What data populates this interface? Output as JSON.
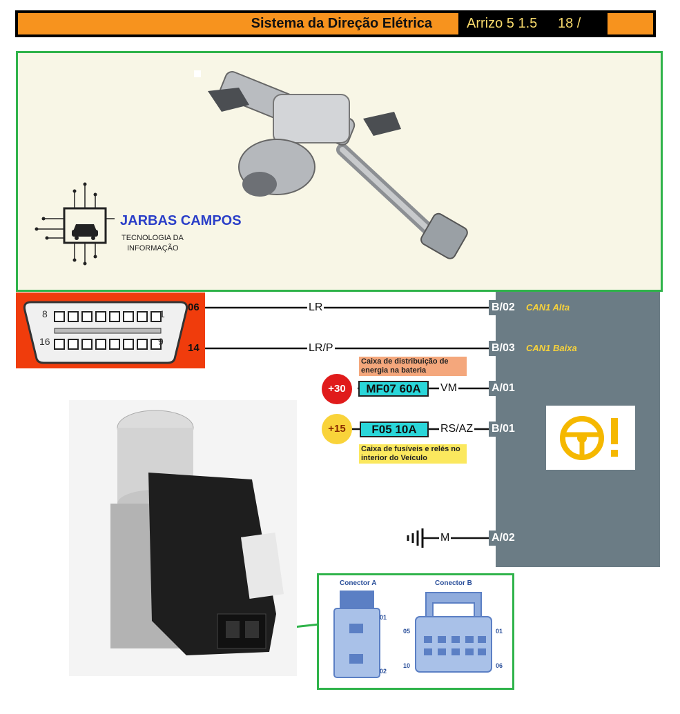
{
  "header": {
    "title": "Sistema da Direção Elétrica",
    "model": "Arrizo 5 1.5",
    "page": "18 /"
  },
  "logo": {
    "name": "JARBAS CAMPOS",
    "line1": "TECNOLOGIA DA",
    "line2": "INFORMAÇÃO"
  },
  "obd": {
    "pin_top_left": "8",
    "pin_top_right": "1",
    "pin_bottom_left": "16",
    "pin_bottom_right": "9"
  },
  "wires": [
    {
      "obd_pin": "06",
      "color_code": "LR",
      "module_pin": "B/02",
      "signal": "CAN1 Alta"
    },
    {
      "obd_pin": "14",
      "color_code": "LR/P",
      "module_pin": "B/03",
      "signal": "CAN1 Baixa"
    }
  ],
  "power": [
    {
      "source": "+30",
      "fuse": "MF07 60A",
      "color_code": "VM",
      "module_pin": "A/01",
      "note": "Caixa de distribuição de energia na bateria",
      "source_color": "#e01b1b",
      "note_bg": "#f4a77c"
    },
    {
      "source": "+15",
      "fuse": "F05 10A",
      "color_code": "RS/AZ",
      "module_pin": "B/01",
      "note": "Caixa de fusíveis e relés no interior do Veículo",
      "source_color": "#f9d33a",
      "note_bg": "#fbe85e"
    }
  ],
  "ground": {
    "color_code": "M",
    "module_pin": "A/02"
  },
  "connectors": {
    "a": {
      "title": "Conector A",
      "pins": [
        "01",
        "02"
      ]
    },
    "b": {
      "title": "Conector B",
      "pins": [
        "05",
        "01",
        "10",
        "06"
      ]
    }
  },
  "colors": {
    "accent_orange": "#f7931e",
    "frame_green": "#2fb34a",
    "module_gray": "#6b7c85",
    "warning_yellow": "#f5b800",
    "fuse_cyan": "#2ad6d9"
  },
  "icons": {
    "warning": "steering-wheel-warning-icon",
    "ground": "ground-symbol-icon"
  }
}
